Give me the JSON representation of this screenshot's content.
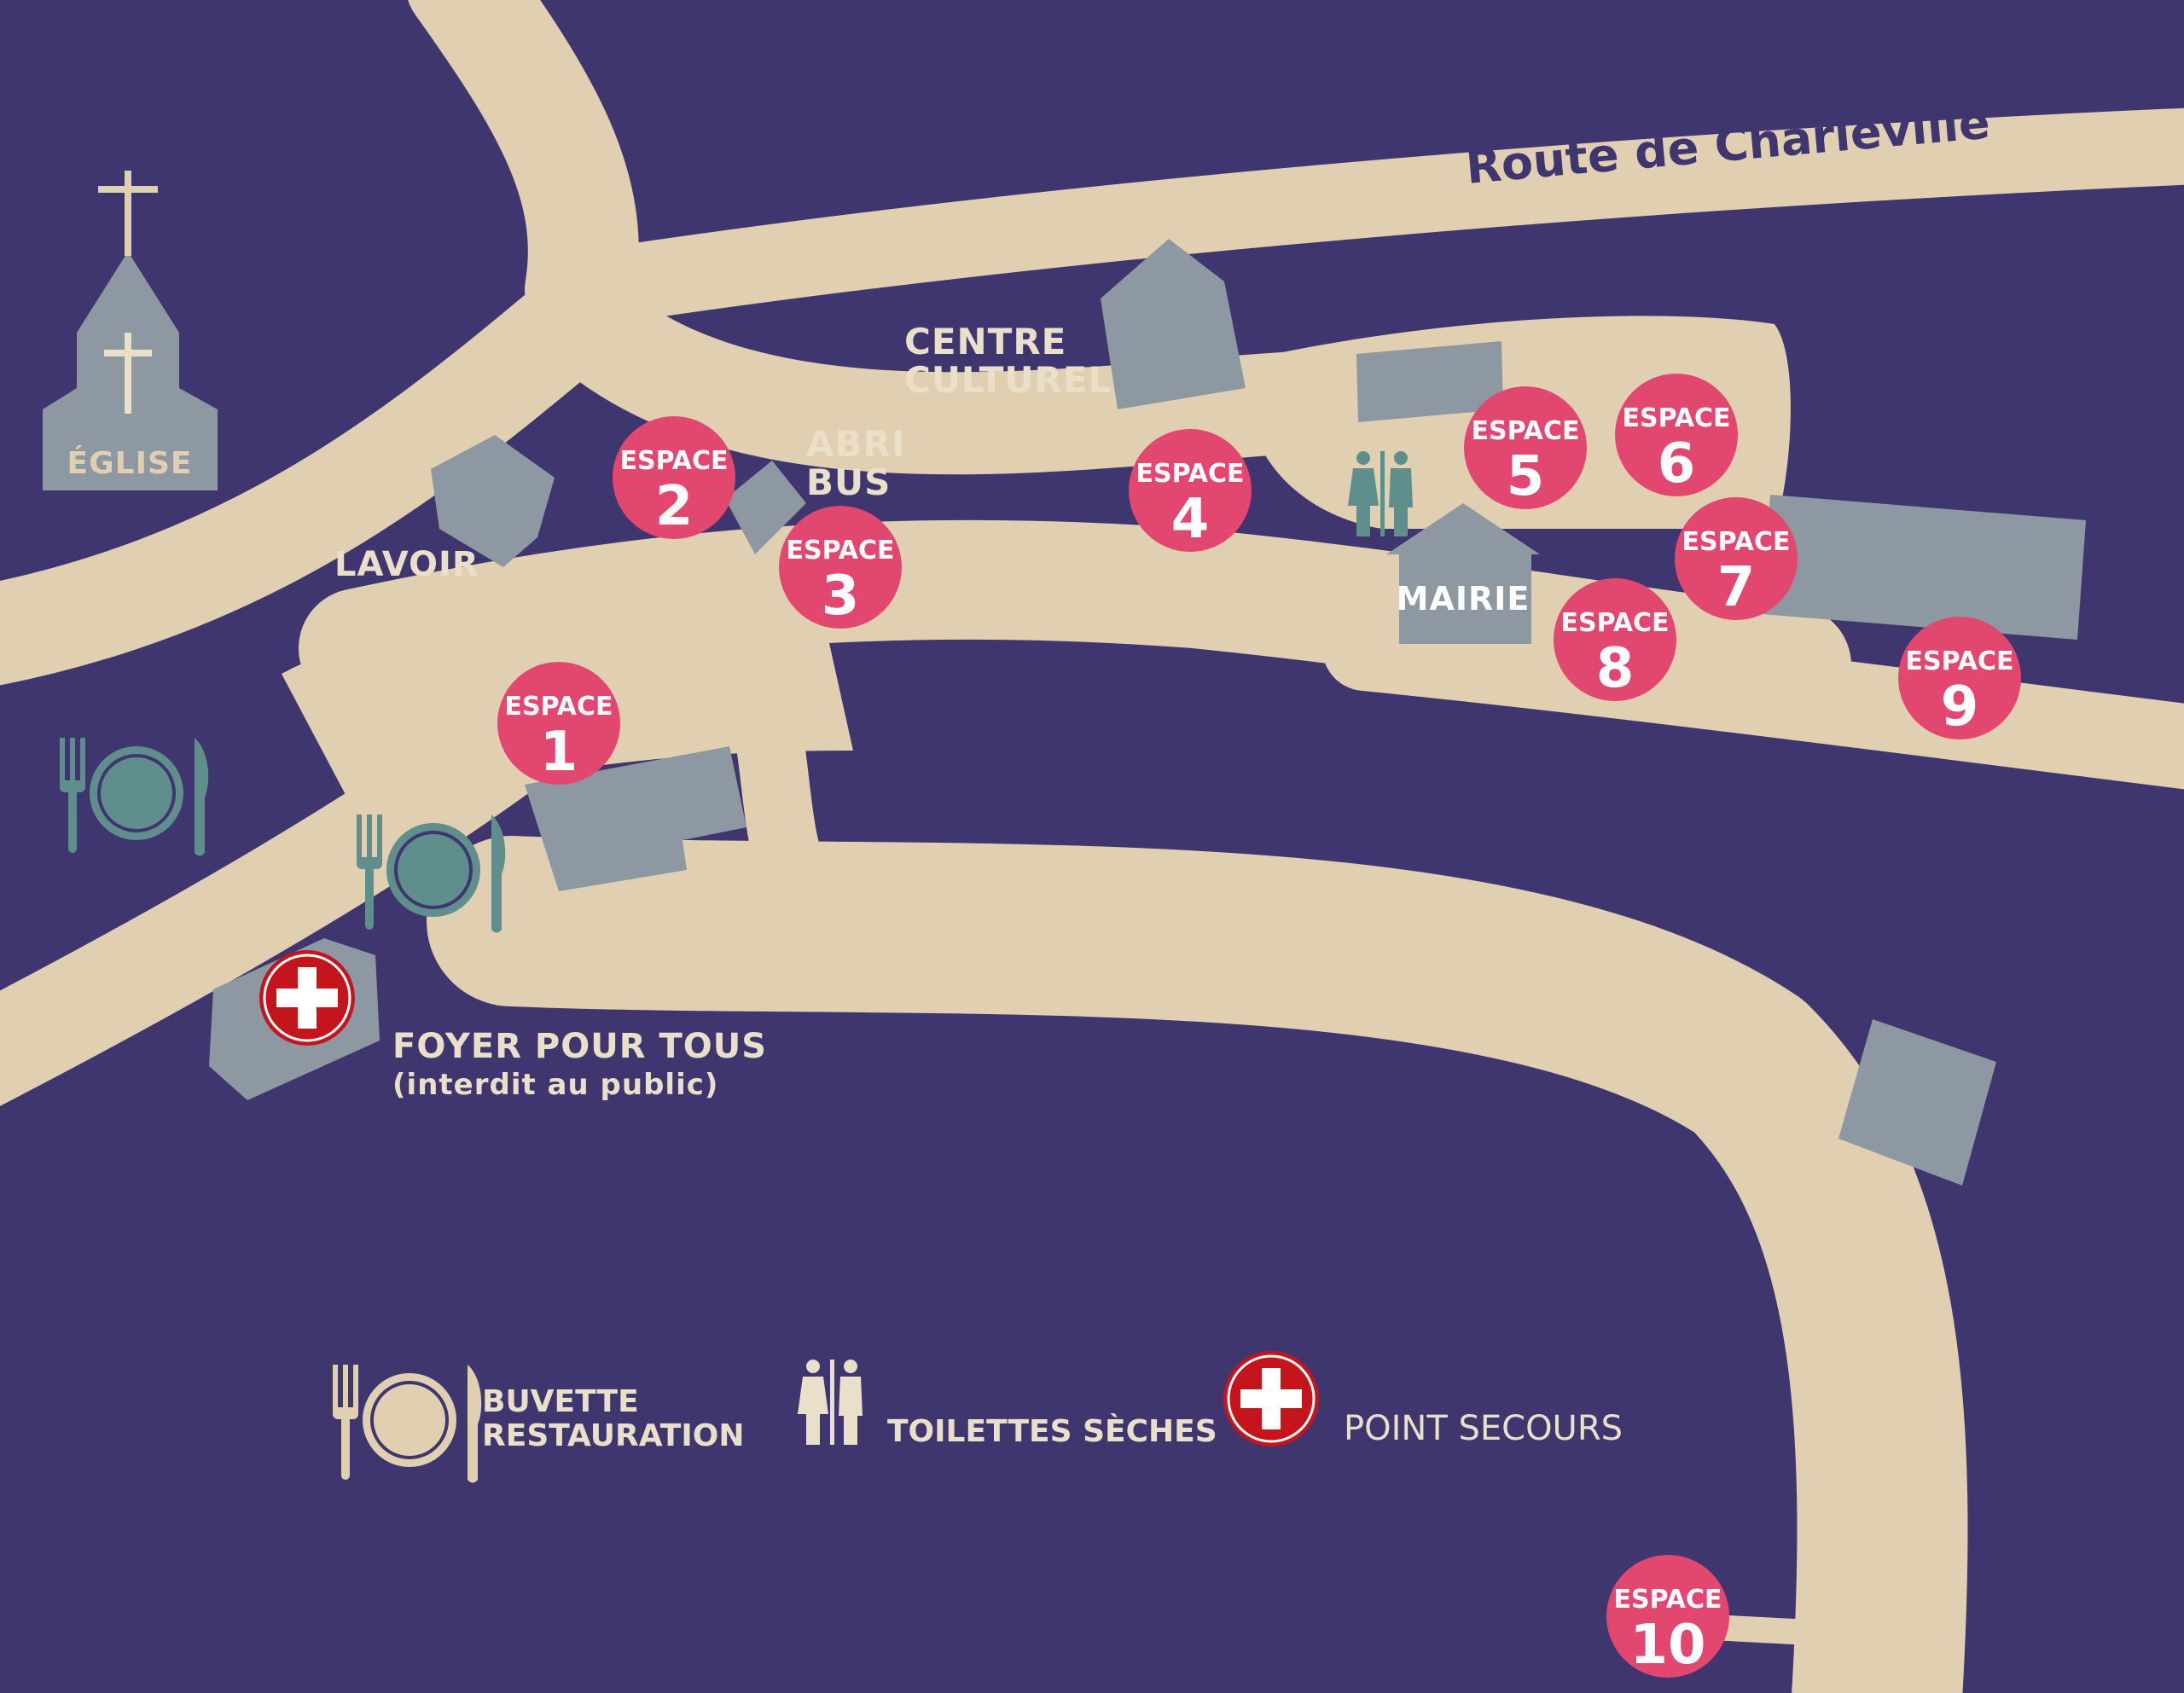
{
  "colors": {
    "background": "#3f366f",
    "road": "#e0cfb0",
    "building": "#8d98a3",
    "marker": "#e2486f",
    "label": "#eadfc8",
    "road_label": "#3f366f",
    "icon": "#5f8e8c",
    "first_aid": "#c4141c"
  },
  "map": {
    "road_name": "Route de Charleville",
    "places": {
      "eglise": "ÉGLISE",
      "lavoir": "LAVOIR",
      "centre_line1": "CENTRE",
      "centre_line2": "CULTUREL",
      "abri_line1": "ABRI",
      "abri_line2": "BUS",
      "mairie": "MAIRIE",
      "foyer": "FOYER POUR TOUS",
      "foyer_note": "(interdit au public)"
    },
    "espace_label": "ESPACE",
    "espaces": [
      {
        "id": "espace-1",
        "number": "1"
      },
      {
        "id": "espace-2",
        "number": "2"
      },
      {
        "id": "espace-3",
        "number": "3"
      },
      {
        "id": "espace-4",
        "number": "4"
      },
      {
        "id": "espace-5",
        "number": "5"
      },
      {
        "id": "espace-6",
        "number": "6"
      },
      {
        "id": "espace-7",
        "number": "7"
      },
      {
        "id": "espace-8",
        "number": "8"
      },
      {
        "id": "espace-9",
        "number": "9"
      },
      {
        "id": "espace-10",
        "number": "10"
      }
    ]
  },
  "legend": {
    "buvette_line1": "BUVETTE",
    "buvette_line2": "RESTAURATION",
    "toilettes": "TOILETTES SÈCHES",
    "secours": "POINT SECOURS"
  },
  "icons": [
    "cutlery-plate-icon",
    "toilets-icon",
    "first-aid-cross-icon",
    "church-cross-icon"
  ]
}
